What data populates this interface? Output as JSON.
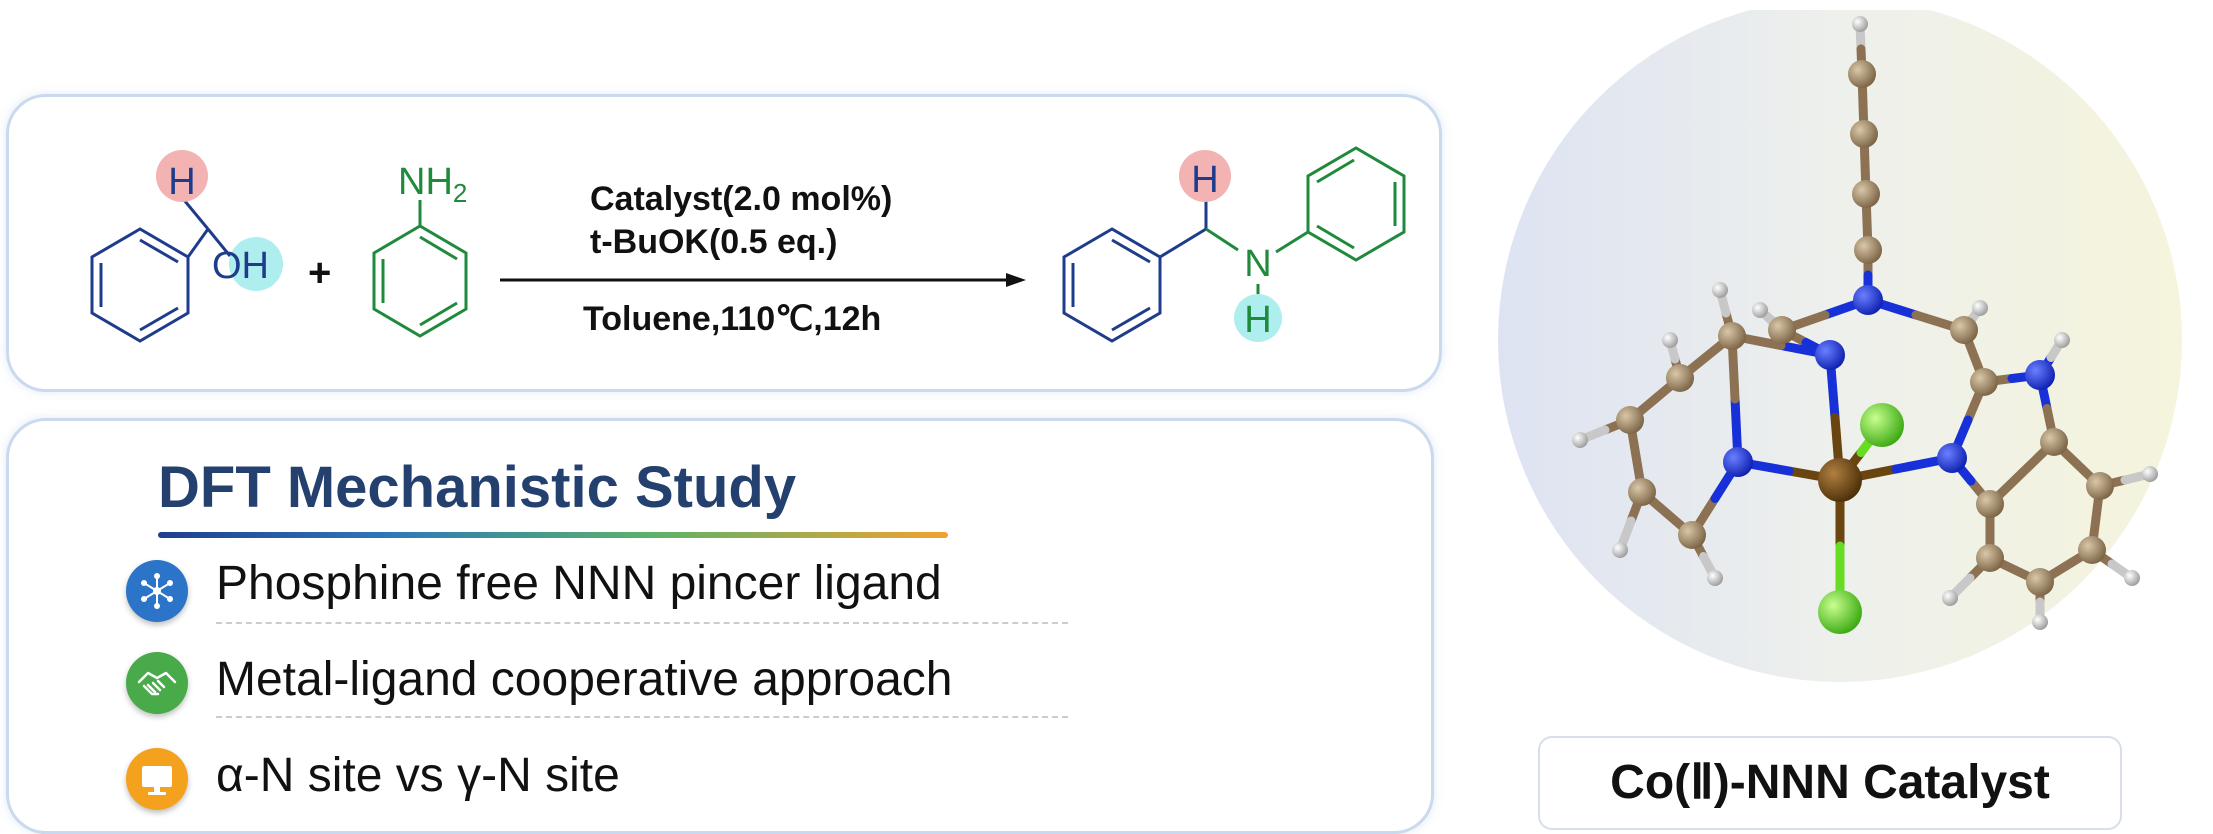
{
  "reaction": {
    "reactant1": {
      "h_label": "H",
      "oh_label": "OH"
    },
    "plus": "+",
    "reactant2": {
      "nh2_label": "NH",
      "nh2_sub": "2"
    },
    "conditions": {
      "above_line1": "Catalyst(2.0 mol%)",
      "above_line2": "t-BuOK(0.5 eq.)",
      "below_line": "Toluene,110℃,12h"
    },
    "product": {
      "h_top": "H",
      "n_label": "N",
      "h_bottom": "H"
    },
    "colors": {
      "alcohol": "#1f3c8c",
      "amine": "#1f8a3c",
      "h_highlight": "#f3b3b3",
      "oh_highlight": "#aeeeee"
    }
  },
  "study": {
    "title": "DFT Mechanistic Study",
    "features": [
      {
        "icon": "molecule-network-icon",
        "text": "Phosphine free NNN pincer ligand",
        "color": "#2c74c7"
      },
      {
        "icon": "handshake-icon",
        "text": "Metal-ligand cooperative approach",
        "color": "#49aa4a"
      },
      {
        "icon": "monitor-icon",
        "text": "α-N site vs γ-N site",
        "color": "#f4a21d"
      }
    ]
  },
  "catalyst": {
    "label": "Co(Ⅱ)-NNN Catalyst",
    "atom_colors": {
      "carbon": "#8c7152",
      "nitrogen": "#1830d8",
      "hydrogen": "#f0f0f0",
      "cobalt": "#6b4510",
      "chlorine": "#66dd22"
    }
  }
}
